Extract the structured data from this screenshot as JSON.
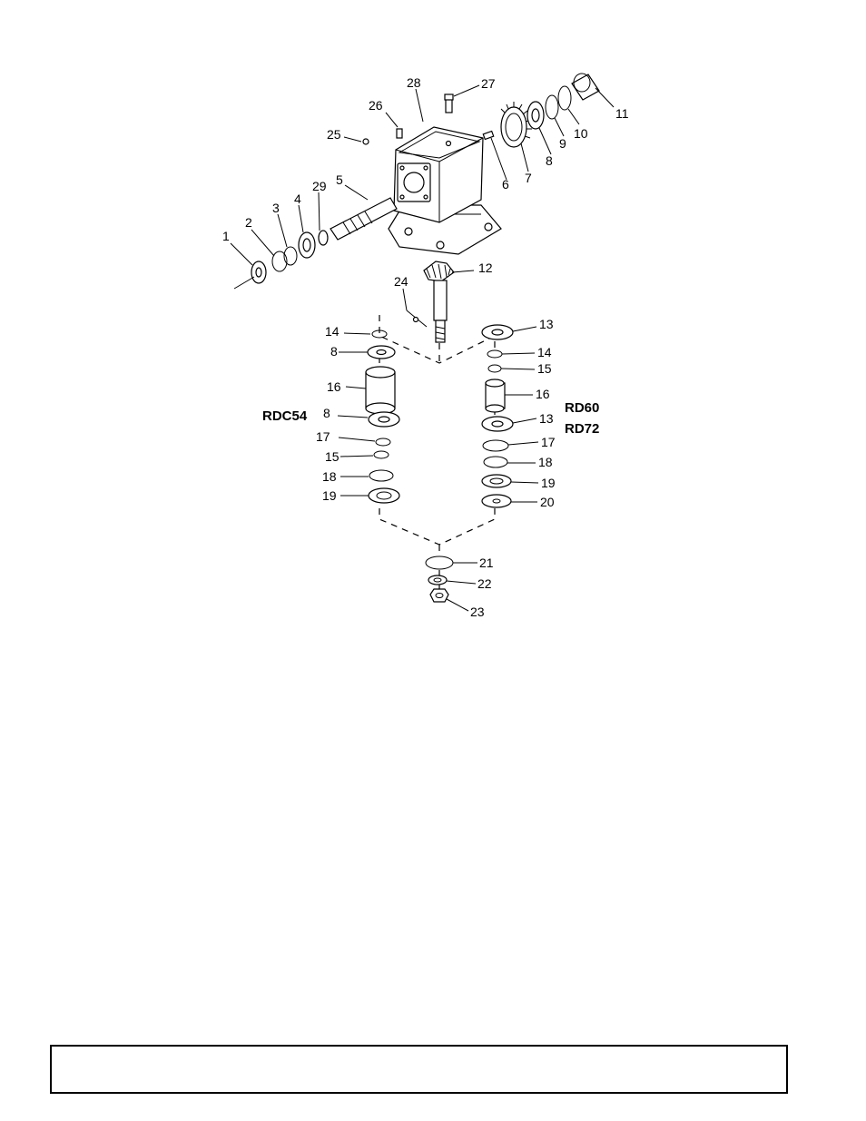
{
  "models": {
    "left": "RDC54",
    "right_1": "RD60",
    "right_2": "RD72"
  },
  "callouts": {
    "p1": "1",
    "p2": "2",
    "p3": "3",
    "p4": "4",
    "p5": "5",
    "p6": "6",
    "p7": "7",
    "p8_top": "8",
    "p9": "9",
    "p10": "10",
    "p11": "11",
    "p12": "12",
    "p24": "24",
    "p25": "25",
    "p26": "26",
    "p27": "27",
    "p28": "28",
    "p29": "29",
    "l14": "14",
    "l8a": "8",
    "l16": "16",
    "l8b": "8",
    "l17": "17",
    "l15": "15",
    "l18": "18",
    "l19": "19",
    "r13a": "13",
    "r14": "14",
    "r15": "15",
    "r16": "16",
    "r13b": "13",
    "r17": "17",
    "r18": "18",
    "r19": "19",
    "r20": "20",
    "b21": "21",
    "b22": "22",
    "b23": "23"
  },
  "footer": {
    "text": ""
  }
}
